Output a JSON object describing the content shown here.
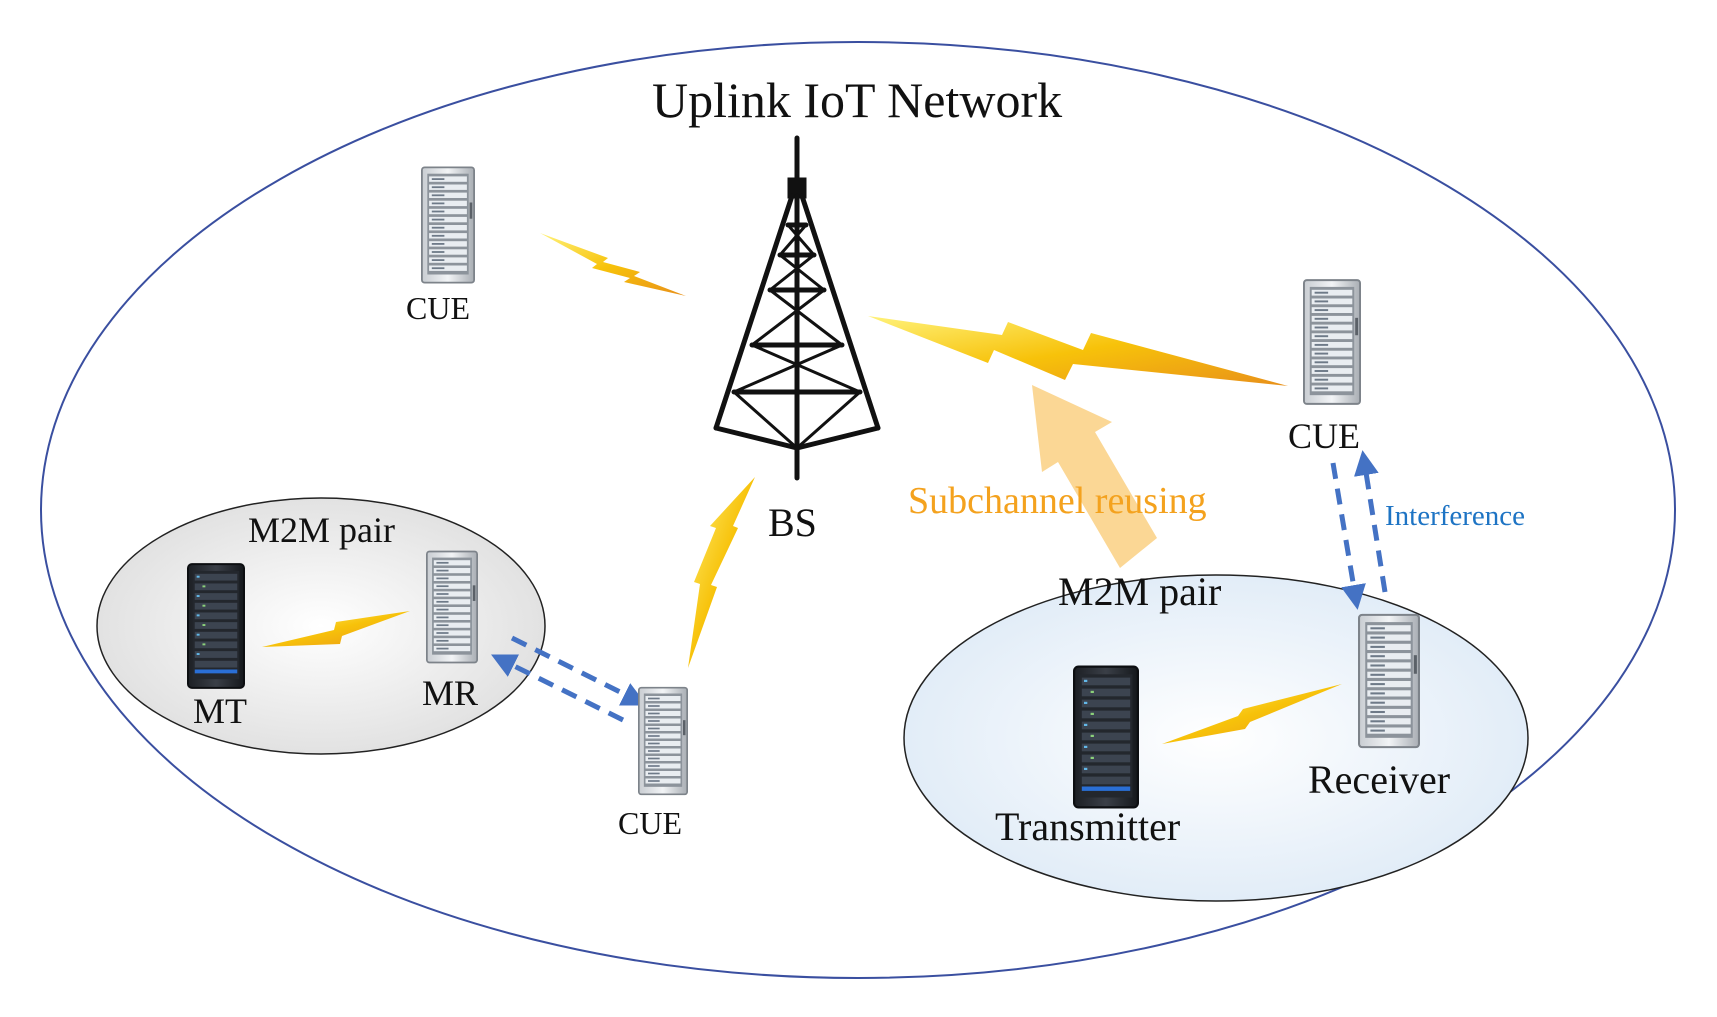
{
  "title": "Uplink IoT Network",
  "base_station": {
    "label": "BS",
    "icon": "cell-tower-icon"
  },
  "cue_nodes": [
    {
      "label": "CUE",
      "icon": "server-rack-icon"
    },
    {
      "label": "CUE",
      "icon": "server-rack-icon"
    },
    {
      "label": "CUE",
      "icon": "server-rack-icon"
    }
  ],
  "m2m_pairs": [
    {
      "label": "M2M pair",
      "transmitter": "MT",
      "receiver": "MR"
    },
    {
      "label": "M2M pair",
      "transmitter": "Transmitter",
      "receiver": "Receiver"
    }
  ],
  "annotations": {
    "subchannel": "Subchannel reusing",
    "interference": "Interference"
  },
  "colors": {
    "outer_ellipse": "#3A4FA0",
    "lightning": "#F5B800",
    "subchannel_arrow": "#FBD38A",
    "subchannel_text": "#F4A21E",
    "interference_arrow": "#4472C4",
    "interference_text": "#1E74C4",
    "inner_ellipse_fill": "#E6E6E6",
    "right_ellipse_fill": "#EAF2FA"
  }
}
